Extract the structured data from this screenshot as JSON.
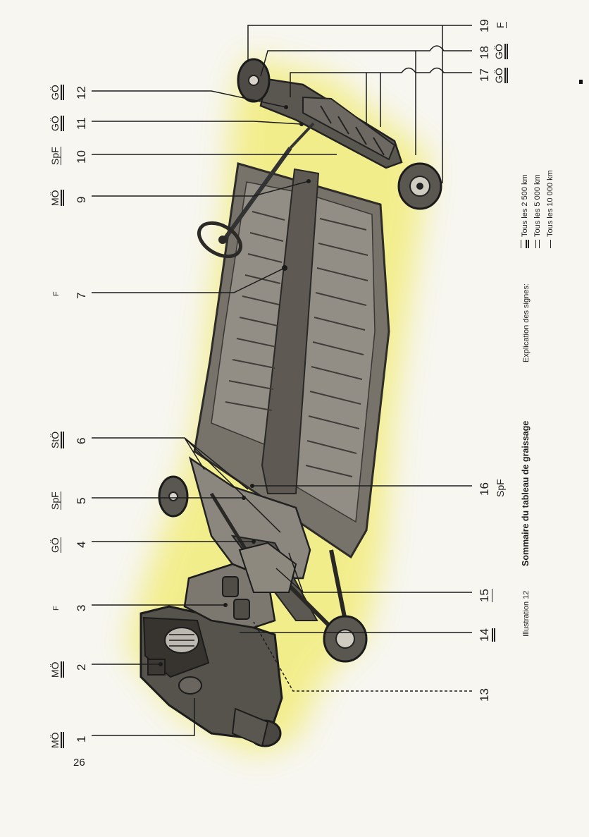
{
  "page": {
    "number": "26"
  },
  "caption": {
    "illustration": "Illustration 12",
    "title": "Sommaire du tableau de graissage"
  },
  "legend": {
    "heading": "Explication des signes:",
    "items": [
      {
        "lines": 3,
        "label": "Tous les  2 500 km"
      },
      {
        "lines": 2,
        "label": "Tous les  5 000 km"
      },
      {
        "lines": 1,
        "label": "Tous les 10 000 km"
      }
    ]
  },
  "callouts": [
    {
      "id": "1",
      "code": "MÖ",
      "interval_lines": 3
    },
    {
      "id": "2",
      "code": "MÖ",
      "interval_lines": 3
    },
    {
      "id": "3",
      "code": "F",
      "interval_lines": 0
    },
    {
      "id": "4",
      "code": "GÖ",
      "interval_lines": 1
    },
    {
      "id": "5",
      "code": "SpF",
      "interval_lines": 1
    },
    {
      "id": "6",
      "code": "StÖ",
      "interval_lines": 2
    },
    {
      "id": "7",
      "code": "F",
      "interval_lines": 0
    },
    {
      "id": "9",
      "code": "MÖ",
      "interval_lines": 2
    },
    {
      "id": "10",
      "code": "SpF",
      "interval_lines": 1
    },
    {
      "id": "11",
      "code": "GÖ",
      "interval_lines": 3
    },
    {
      "id": "12",
      "code": "GÖ",
      "interval_lines": 2
    },
    {
      "id": "13",
      "code": "",
      "interval_lines": 0
    },
    {
      "id": "14",
      "code": "",
      "interval_lines": 3
    },
    {
      "id": "15",
      "code": "",
      "interval_lines": 1
    },
    {
      "id": "16",
      "code": "SpF",
      "interval_lines": 0
    },
    {
      "id": "17",
      "code": "GÖ",
      "interval_lines": 3
    },
    {
      "id": "18",
      "code": "GÖ",
      "interval_lines": 3
    },
    {
      "id": "19",
      "code": "F",
      "interval_lines": 1
    }
  ],
  "colors": {
    "highlight": "#f2ec7a",
    "ink": "#1c1c1c",
    "paper": "#f7f6f1",
    "chassis": "#6f6a63"
  }
}
